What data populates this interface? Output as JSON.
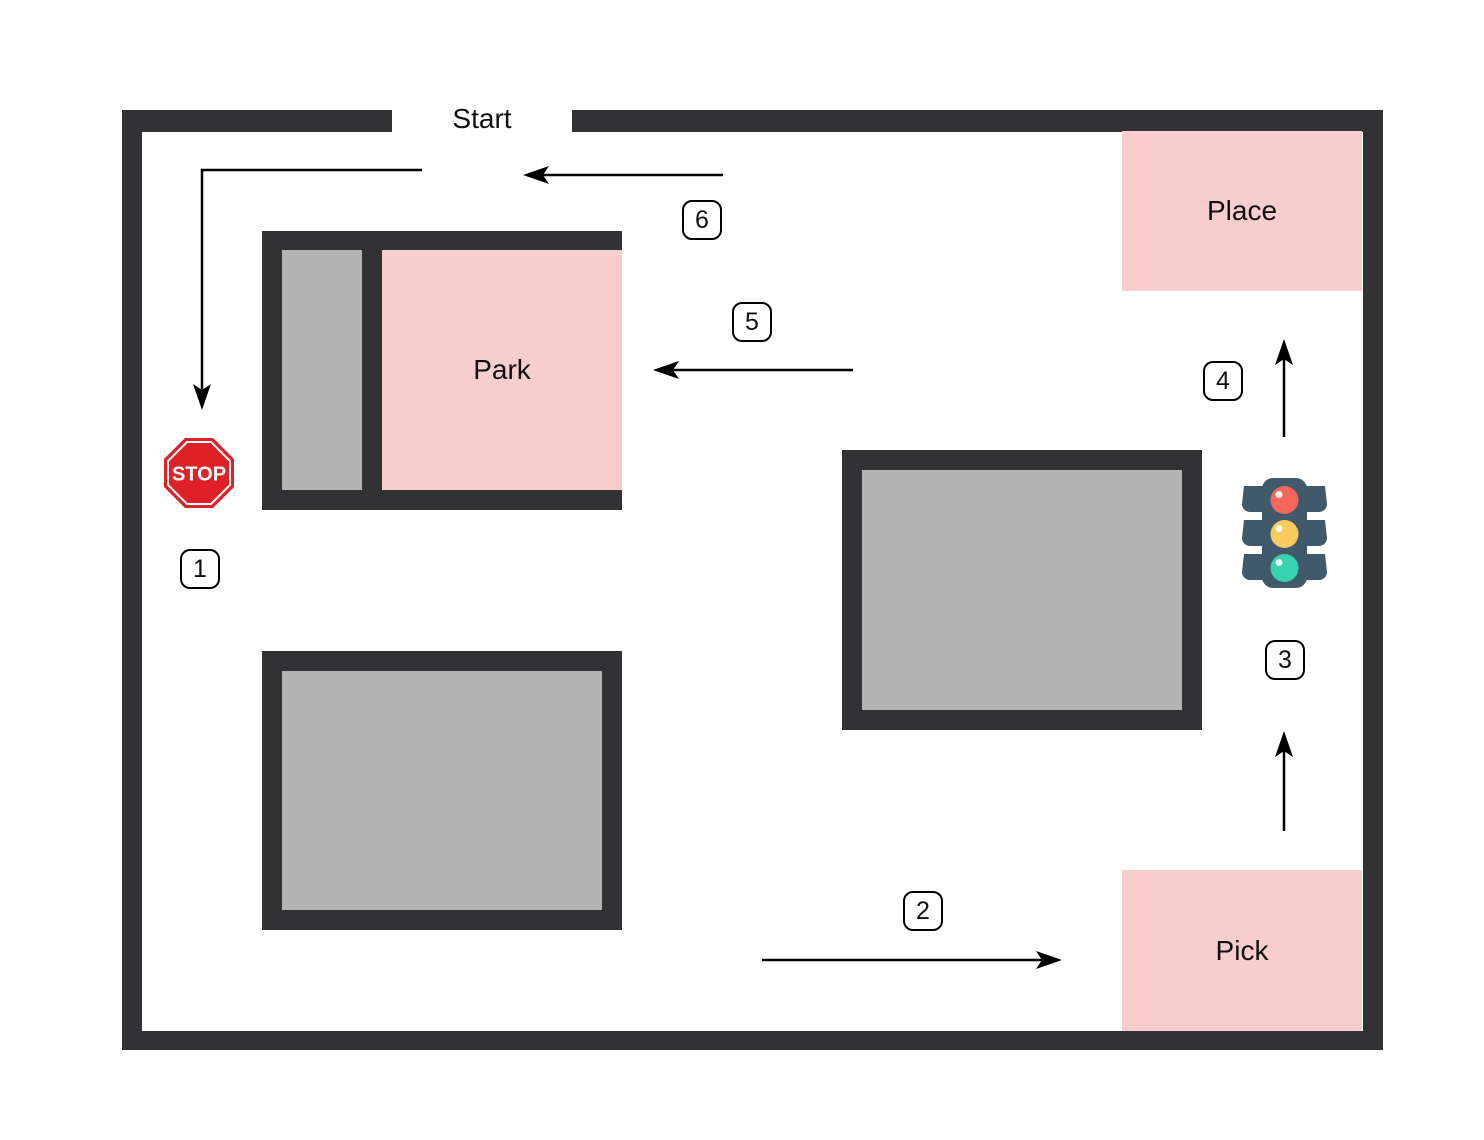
{
  "diagram": {
    "start_label": "Start",
    "stop_sign": {
      "label": "STOP"
    },
    "zones": {
      "park": {
        "label": "Park"
      },
      "place": {
        "label": "Place"
      },
      "pick": {
        "label": "Pick"
      }
    },
    "steps": [
      {
        "label": "1"
      },
      {
        "label": "2"
      },
      {
        "label": "3"
      },
      {
        "label": "4"
      },
      {
        "label": "5"
      },
      {
        "label": "6"
      }
    ],
    "icons": {
      "stop_sign": "stop-sign-icon",
      "traffic_light": "traffic-light-icon"
    },
    "colors": {
      "wall": "#323234",
      "obstacle_fill": "#B3B3B3",
      "zone_fill": "#F7CECD",
      "stop_sign_red": "#DF2127",
      "traffic_light_body": "#415A6B",
      "traffic_light_red": "#F4685C",
      "traffic_light_yellow": "#F9CB5D",
      "traffic_light_green": "#36D3AE",
      "arrow": "#000000"
    }
  }
}
